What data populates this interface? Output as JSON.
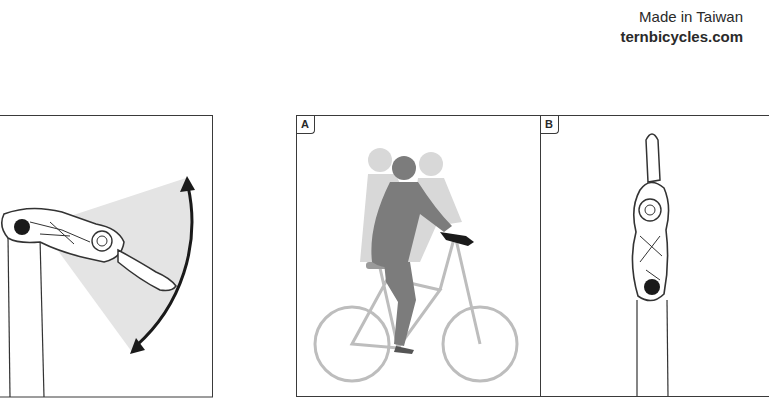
{
  "diagram": {
    "nodes": [
      {
        "text": [
          "A"
        ]
      },
      {
        "text": [
          "B"
        ]
      }
    ],
    "labels": [
      "Made in Taiwan",
      "ternbicycles.com"
    ]
  }
}
